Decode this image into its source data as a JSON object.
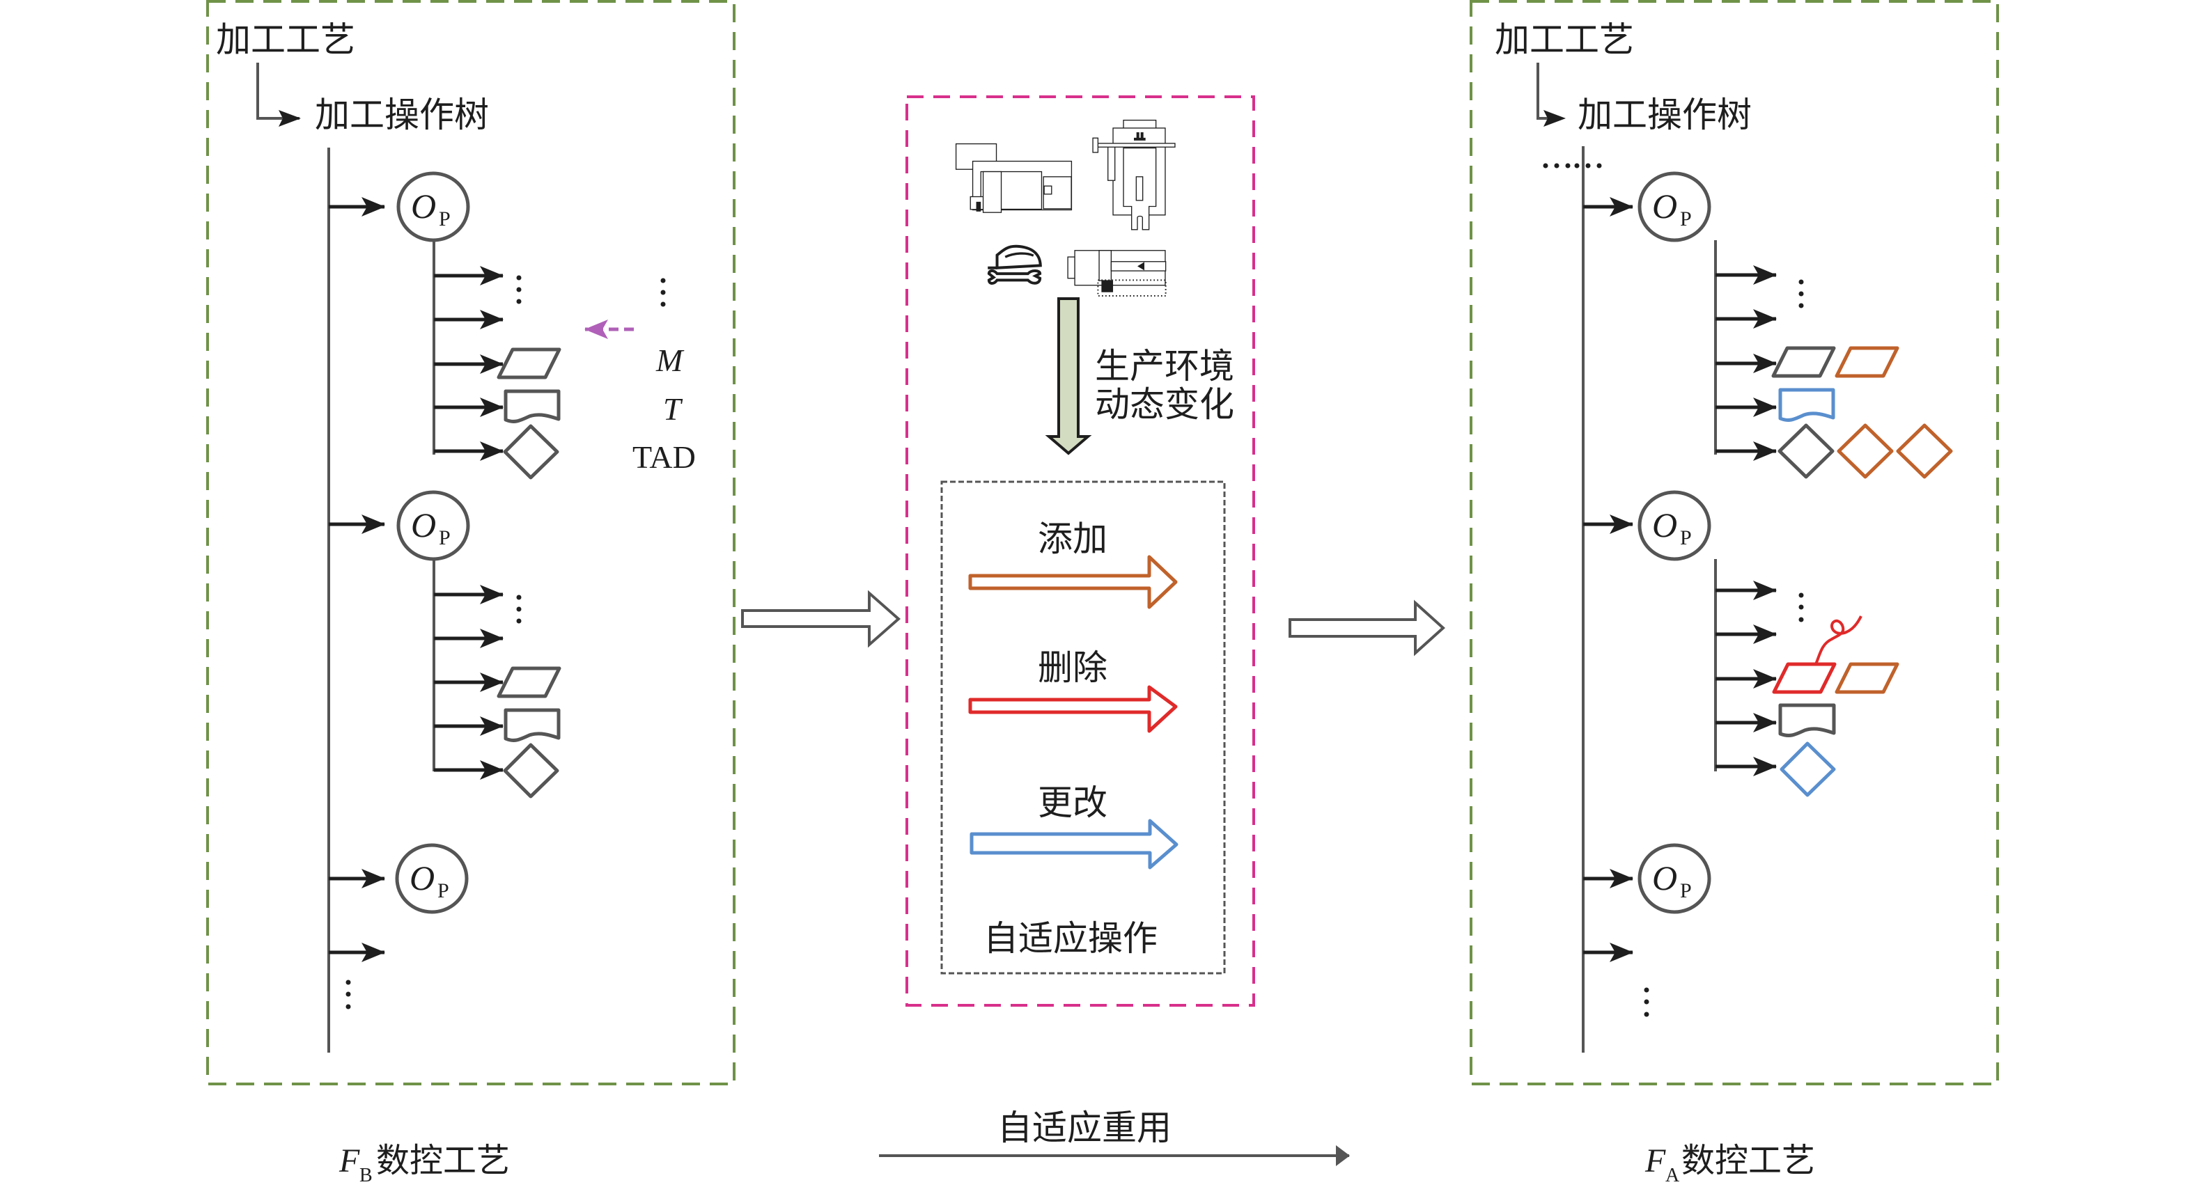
{
  "figure": {
    "left_panel": {
      "title": "加工工艺",
      "subtitle": "加工操作树",
      "node_label_main": "O",
      "node_label_sub": "P",
      "legend": {
        "m": "M",
        "t": "T",
        "tad": "TAD"
      },
      "caption_main": "F",
      "caption_sub": "B",
      "caption_text": "数控工艺"
    },
    "center_panel": {
      "env_change_line1": "生产环境",
      "env_change_line2": "动态变化",
      "operations": [
        {
          "label": "添加",
          "color": "#c0622b"
        },
        {
          "label": "删除",
          "color": "#e02a2a"
        },
        {
          "label": "更改",
          "color": "#5a8fce"
        }
      ],
      "operations_title": "自适应操作",
      "reuse_label": "自适应重用",
      "icons": [
        "cnc-lathe-icon",
        "drill-press-icon",
        "worker-helmet-wrench-icon",
        "milling-machine-icon"
      ]
    },
    "right_panel": {
      "title": "加工工艺",
      "subtitle": "加工操作树",
      "ellipsis_h": "……",
      "node_label_main": "O",
      "node_label_sub": "P",
      "caption_main": "F",
      "caption_sub": "A",
      "caption_text": "数控工艺"
    },
    "colors": {
      "panel_border": "#6f9248",
      "env_border": "#d8308c",
      "env_arrow_fill": "#d3dcc0",
      "add": "#c0622b",
      "delete": "#e02a2a",
      "modify": "#5a8fce",
      "param_hint_arrow": "#b060b8"
    }
  }
}
